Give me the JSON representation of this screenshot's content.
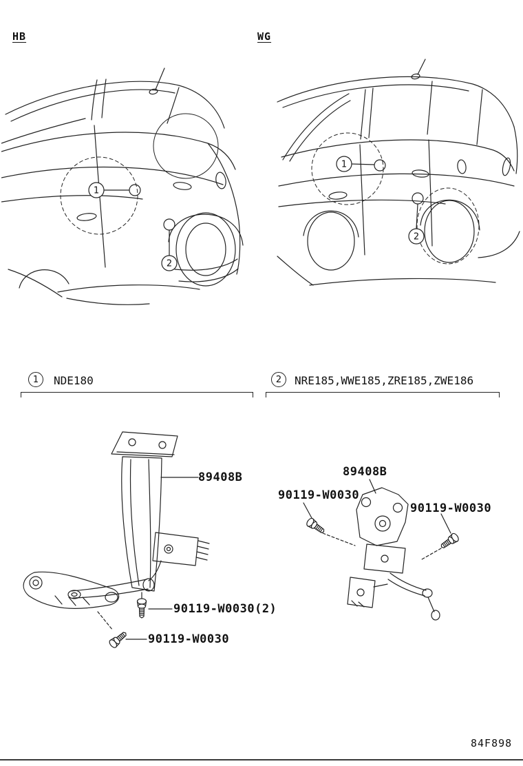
{
  "header": {
    "hb_label": "HB",
    "wg_label": "WG"
  },
  "callouts": {
    "one": {
      "num": "1",
      "models": "NDE180"
    },
    "two": {
      "num": "2",
      "models": "NRE185,WWE185,ZRE185,ZWE186"
    }
  },
  "parts": {
    "hb_detail": {
      "sensor_label": "89408B",
      "bolt_pair_label": "90119-W0030(2)",
      "bolt_label": "90119-W0030"
    },
    "wg_detail": {
      "sensor_label": "89408B",
      "bolt_left_label": "90119-W0030",
      "bolt_right_label": "90119-W0030"
    }
  },
  "footer": {
    "figure_code": "84F898"
  }
}
